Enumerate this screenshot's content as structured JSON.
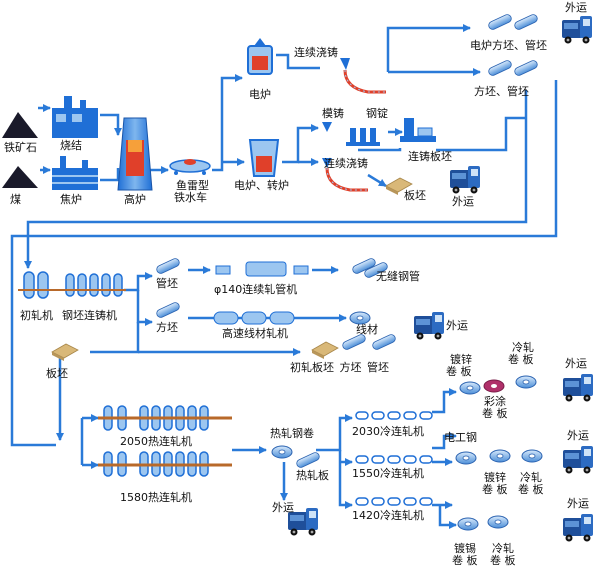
{
  "labels": {
    "iron_ore": "铁矿石",
    "sinter": "烧结",
    "coal": "煤",
    "coke_oven": "焦炉",
    "blast_furnace": "高炉",
    "torpedo_car_1": "鱼雷型",
    "torpedo_car_2": "铁水车",
    "eaf_top": "电炉",
    "eaf_converter": "电炉、转炉",
    "cc_top": "连续浇铸",
    "mold_cast": "模铸",
    "ingot": "钢锭",
    "cc_mid": "连续浇铸",
    "slab_cc": "连铸板坯",
    "slab": "板坯",
    "ext_ship_slab": "外运",
    "eaf_billets": "电炉方坯、管坯",
    "billets": "方坯、管坯",
    "ext_ship_top": "外运",
    "blooming_mill": "初轧机",
    "billet_mill": "钢坯连铸机",
    "tube_billet": "管坯",
    "pipe_mill": "φ140连续轧管机",
    "seamless_pipe": "无缝钢管",
    "square_billet": "方坯",
    "wire_mill": "高速线材轧机",
    "wire_rod": "线材",
    "ext_ship_wire": "外运",
    "slab_bottom": "板坯",
    "products_row": "初轧板坯 方坯 管坯",
    "hsm_2050": "2050热连轧机",
    "hsm_1580": "1580热连轧机",
    "hot_coil": "热轧钢卷",
    "hot_plate": "热轧板",
    "ext_ship_hot": "外运",
    "cold_2030": "2030冷连轧机",
    "cold_1550": "1550冷连轧机",
    "cold_1420": "1420冷连轧机",
    "galv_coil_1": "镀锌",
    "galv_coil_2": "卷 板",
    "cold_coil_1": "冷轧",
    "cold_coil_2": "卷 板",
    "color_coat_1": "彩涂",
    "color_coat_2": "卷 板",
    "ext_ship_2030": "外运",
    "electrical_steel": "电工钢",
    "galv2_1": "镀锌",
    "galv2_2": "卷 板",
    "cold2_1": "冷轧",
    "cold2_2": "卷 板",
    "ext_ship_1550": "外运",
    "tin_1": "镀锡",
    "tin_2": "卷 板",
    "cold3_1": "冷轧",
    "cold3_2": "卷 板",
    "ext_ship_1420": "外运"
  },
  "colors": {
    "flow_line": "#2a7ad8",
    "equipment_blue": "#1f6fd6",
    "equipment_light": "#9cc6f0",
    "hot_metal": "#e0402a",
    "slab_tan": "#d9b878",
    "coal_black": "#1a1a2a",
    "color_coat": "#b0306a",
    "mill_bar": "#b8692a"
  },
  "icons": [
    "truck-icon",
    "coil-icon",
    "pipe-icon",
    "slab-icon",
    "furnace-icon"
  ]
}
